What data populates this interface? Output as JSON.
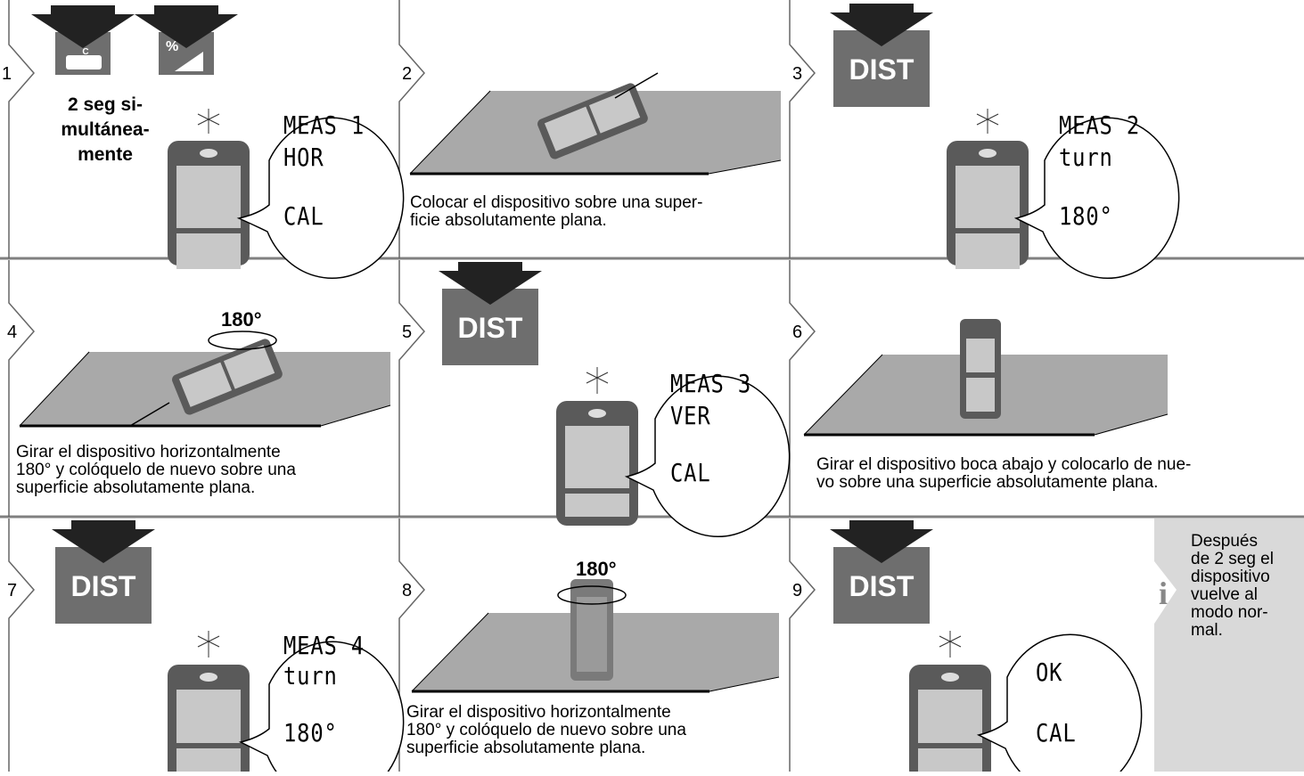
{
  "steps": [
    {
      "num": "1",
      "instruction": "2 seg si-\nmultánea-\nmente",
      "keys": [
        "C\nOFF",
        "%"
      ],
      "display": [
        "MEAS 1",
        "HOR",
        "CAL"
      ]
    },
    {
      "num": "2",
      "caption": "Colocar el dispositivo sobre una super-\nficie absolutamente plana."
    },
    {
      "num": "3",
      "key": "DIST",
      "display": [
        "MEAS 2",
        "turn",
        "180°"
      ]
    },
    {
      "num": "4",
      "rotation": "180°",
      "caption": "Girar el dispositivo horizontalmente\n180° y colóquelo de nuevo sobre una\nsuperficie absolutamente plana."
    },
    {
      "num": "5",
      "key": "DIST",
      "display": [
        "MEAS 3",
        "VER",
        "CAL"
      ]
    },
    {
      "num": "6",
      "caption": "Girar el dispositivo boca abajo y colocarlo de nue-\nvo sobre una superficie absolutamente plana."
    },
    {
      "num": "7",
      "key": "DIST",
      "display": [
        "MEAS 4",
        "turn",
        "180°"
      ]
    },
    {
      "num": "8",
      "rotation": "180°",
      "caption": "Girar el dispositivo horizontalmente\n180° y colóquelo de nuevo sobre una\nsuperficie absolutamente plana."
    },
    {
      "num": "9",
      "key": "DIST",
      "display": [
        "OK",
        "CAL"
      ]
    }
  ],
  "info": {
    "icon": "info-icon",
    "text": "Después\nde 2 seg el\ndispositivo\nvuelve al\nmodo nor-\nmal."
  },
  "colors": {
    "key_bg": "#6e6e6e",
    "surface": "#a9a9a9",
    "divider": "#808080",
    "device": "#5a5a5a",
    "screen": "#c8c8c8",
    "info_bg": "#d9d9d9"
  }
}
